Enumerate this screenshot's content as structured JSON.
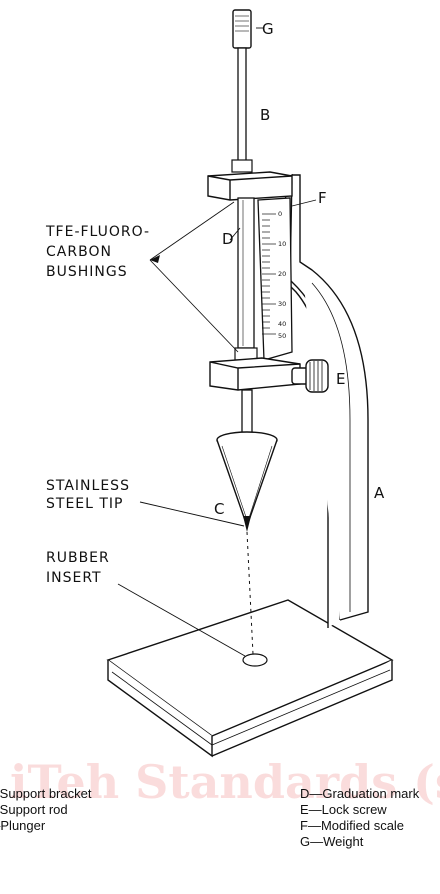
{
  "labels": {
    "g": "G",
    "b": "B",
    "f": "F",
    "d": "D",
    "e": "E",
    "a": "A",
    "c": "C",
    "bushings": [
      "TFE-FLUORO-",
      "CARBON",
      "BUSHINGS"
    ],
    "tip": [
      "STAINLESS",
      "STEEL TIP"
    ],
    "insert": [
      "RUBBER",
      "INSERT"
    ]
  },
  "scale_ticks": [
    "0",
    "10",
    "20",
    "30",
    "40",
    "50"
  ],
  "legend": {
    "left": [
      "A—Support bracket",
      "B—Support rod",
      "C—Plunger"
    ],
    "right": [
      "D—Graduation mark",
      "E—Lock screw",
      "F—Modified scale",
      "G—Weight"
    ]
  },
  "watermark": "iTeh Standards (standards.iteh.ai)"
}
